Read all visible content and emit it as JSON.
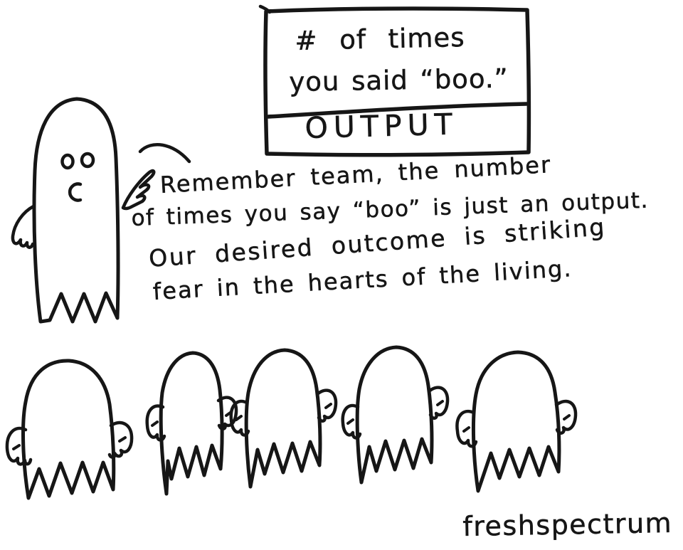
{
  "colors": {
    "ink": "#161616",
    "paper": "#ffffff"
  },
  "sign": {
    "line1": "# of times",
    "line2": "you said “boo.”",
    "section_label": "OUTPUT"
  },
  "speech": {
    "line1": "Remember team, the number",
    "line2": "of times you say “boo” is just an output.",
    "line3": "Our desired outcome is striking",
    "line4": "fear in the hearts of the living."
  },
  "signature": "freshspectrum",
  "figures": {
    "leader": "leader-ghost",
    "followers": [
      "follower-ghost-1",
      "follower-ghost-2",
      "follower-ghost-3",
      "follower-ghost-4",
      "follower-ghost-5"
    ]
  }
}
